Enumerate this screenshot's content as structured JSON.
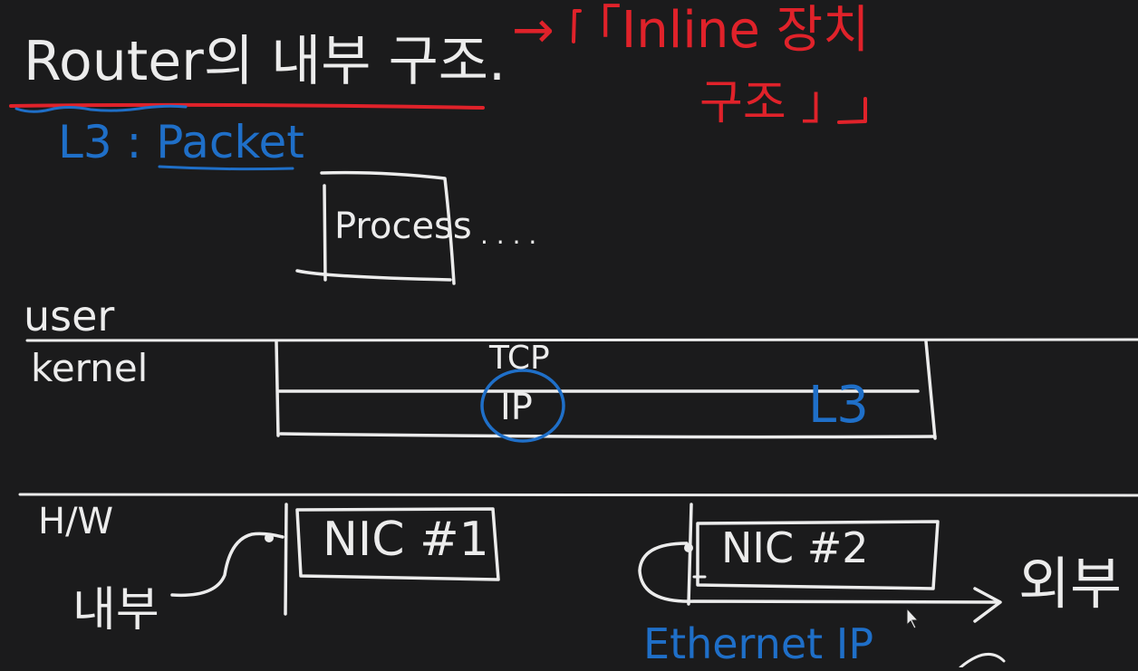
{
  "title": {
    "main": "Router의 내부 구조.",
    "layer": "L3 : Packet"
  },
  "annotation_red": {
    "line1": "→ 「Inline 장치",
    "line2": "구조 」"
  },
  "process_box": {
    "label": "Process",
    "dots": ". . . ."
  },
  "user_label": "user",
  "kernel": {
    "label": "kernel",
    "layer_top": "TCP",
    "layer_mid": "IP",
    "layer_tag": "L3"
  },
  "hw": {
    "label": "H/W",
    "inside_label": "내부",
    "nic1": "NIC #1",
    "nic2": "NIC #2",
    "outside_label": "외부",
    "bottom_note": "Ethernet IP"
  },
  "colors": {
    "background": "#1b1b1c",
    "chalk_white": "#ececec",
    "red": "#e0222a",
    "blue": "#1f6fc8"
  }
}
